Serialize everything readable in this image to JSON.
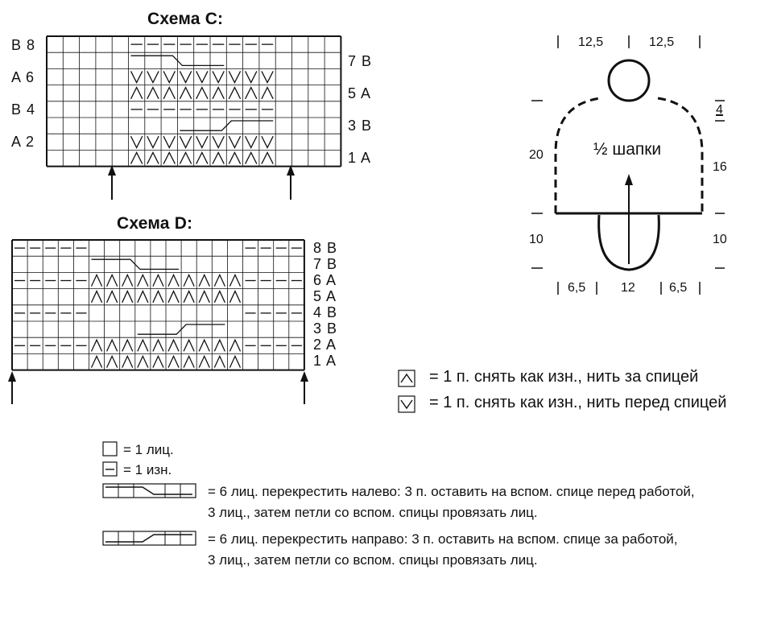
{
  "schema_c": {
    "title": "Схема C:",
    "left_labels": [
      "B 8",
      "A 6",
      "B 4",
      "A 2"
    ],
    "right_labels": [
      "7 B",
      "5 A",
      "3 B",
      "1 A"
    ]
  },
  "schema_d": {
    "title": "Схема D:",
    "right_labels": [
      "8 B",
      "7 B",
      "6 A",
      "5 A",
      "4 B",
      "3 B",
      "2 A",
      "1 A"
    ]
  },
  "hat": {
    "label": "½ шапки",
    "top_dims": [
      "12,5",
      "12,5"
    ],
    "left_dims": [
      "20",
      "10"
    ],
    "right_dims": [
      "4",
      "16",
      "10"
    ],
    "bottom_dims": [
      "6,5",
      "12",
      "6,5"
    ]
  },
  "legend_slip": {
    "slip_back": "= 1 п. снять как изн., нить за спицей",
    "slip_front": "= 1 п. снять как изн., нить перед спицей"
  },
  "legend": {
    "knit": "= 1 лиц.",
    "purl": "= 1 изн.",
    "cross_left_1": "= 6 лиц. перекрестить налево: 3 п. оставить на вспом. спице перед работой,",
    "cross_left_2": "3 лиц., затем петли со вспом. спицы провязать лиц.",
    "cross_right_1": "= 6 лиц. перекрестить направо: 3 п. оставить на вспом. спице за работой,",
    "cross_right_2": "3 лиц., затем петли со вспом. спицы провязать лиц."
  }
}
